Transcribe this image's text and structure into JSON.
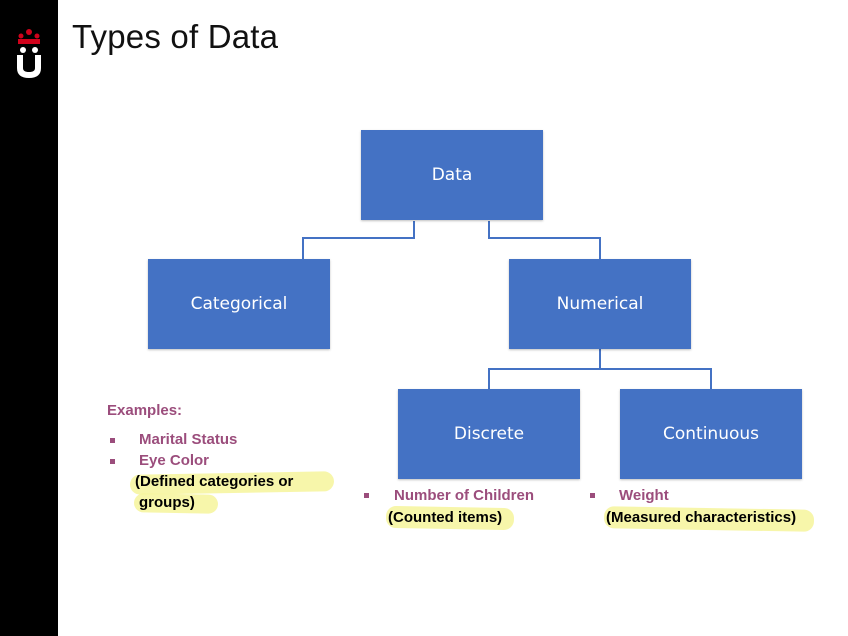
{
  "slide": {
    "title": "Types of Data"
  },
  "diagram": {
    "nodes": {
      "root": "Data",
      "categorical": "Categorical",
      "numerical": "Numerical",
      "discrete": "Discrete",
      "continuous": "Continuous"
    },
    "node_color": "#4472c4",
    "line_color": "#4472c4"
  },
  "categorical_notes": {
    "heading": "Examples:",
    "items": [
      "Marital Status",
      "Eye Color"
    ],
    "note_line1": "(Defined categories or",
    "note_line2": "groups)"
  },
  "discrete_notes": {
    "item": "Number of Children",
    "note": "(Counted items)"
  },
  "continuous_notes": {
    "item": "Weight",
    "note": "(Measured characteristics)"
  },
  "colors": {
    "sidebar": "#000000",
    "logo": "#d0021b",
    "example_text": "#9b4d7c",
    "highlight": "#f6f59b"
  }
}
